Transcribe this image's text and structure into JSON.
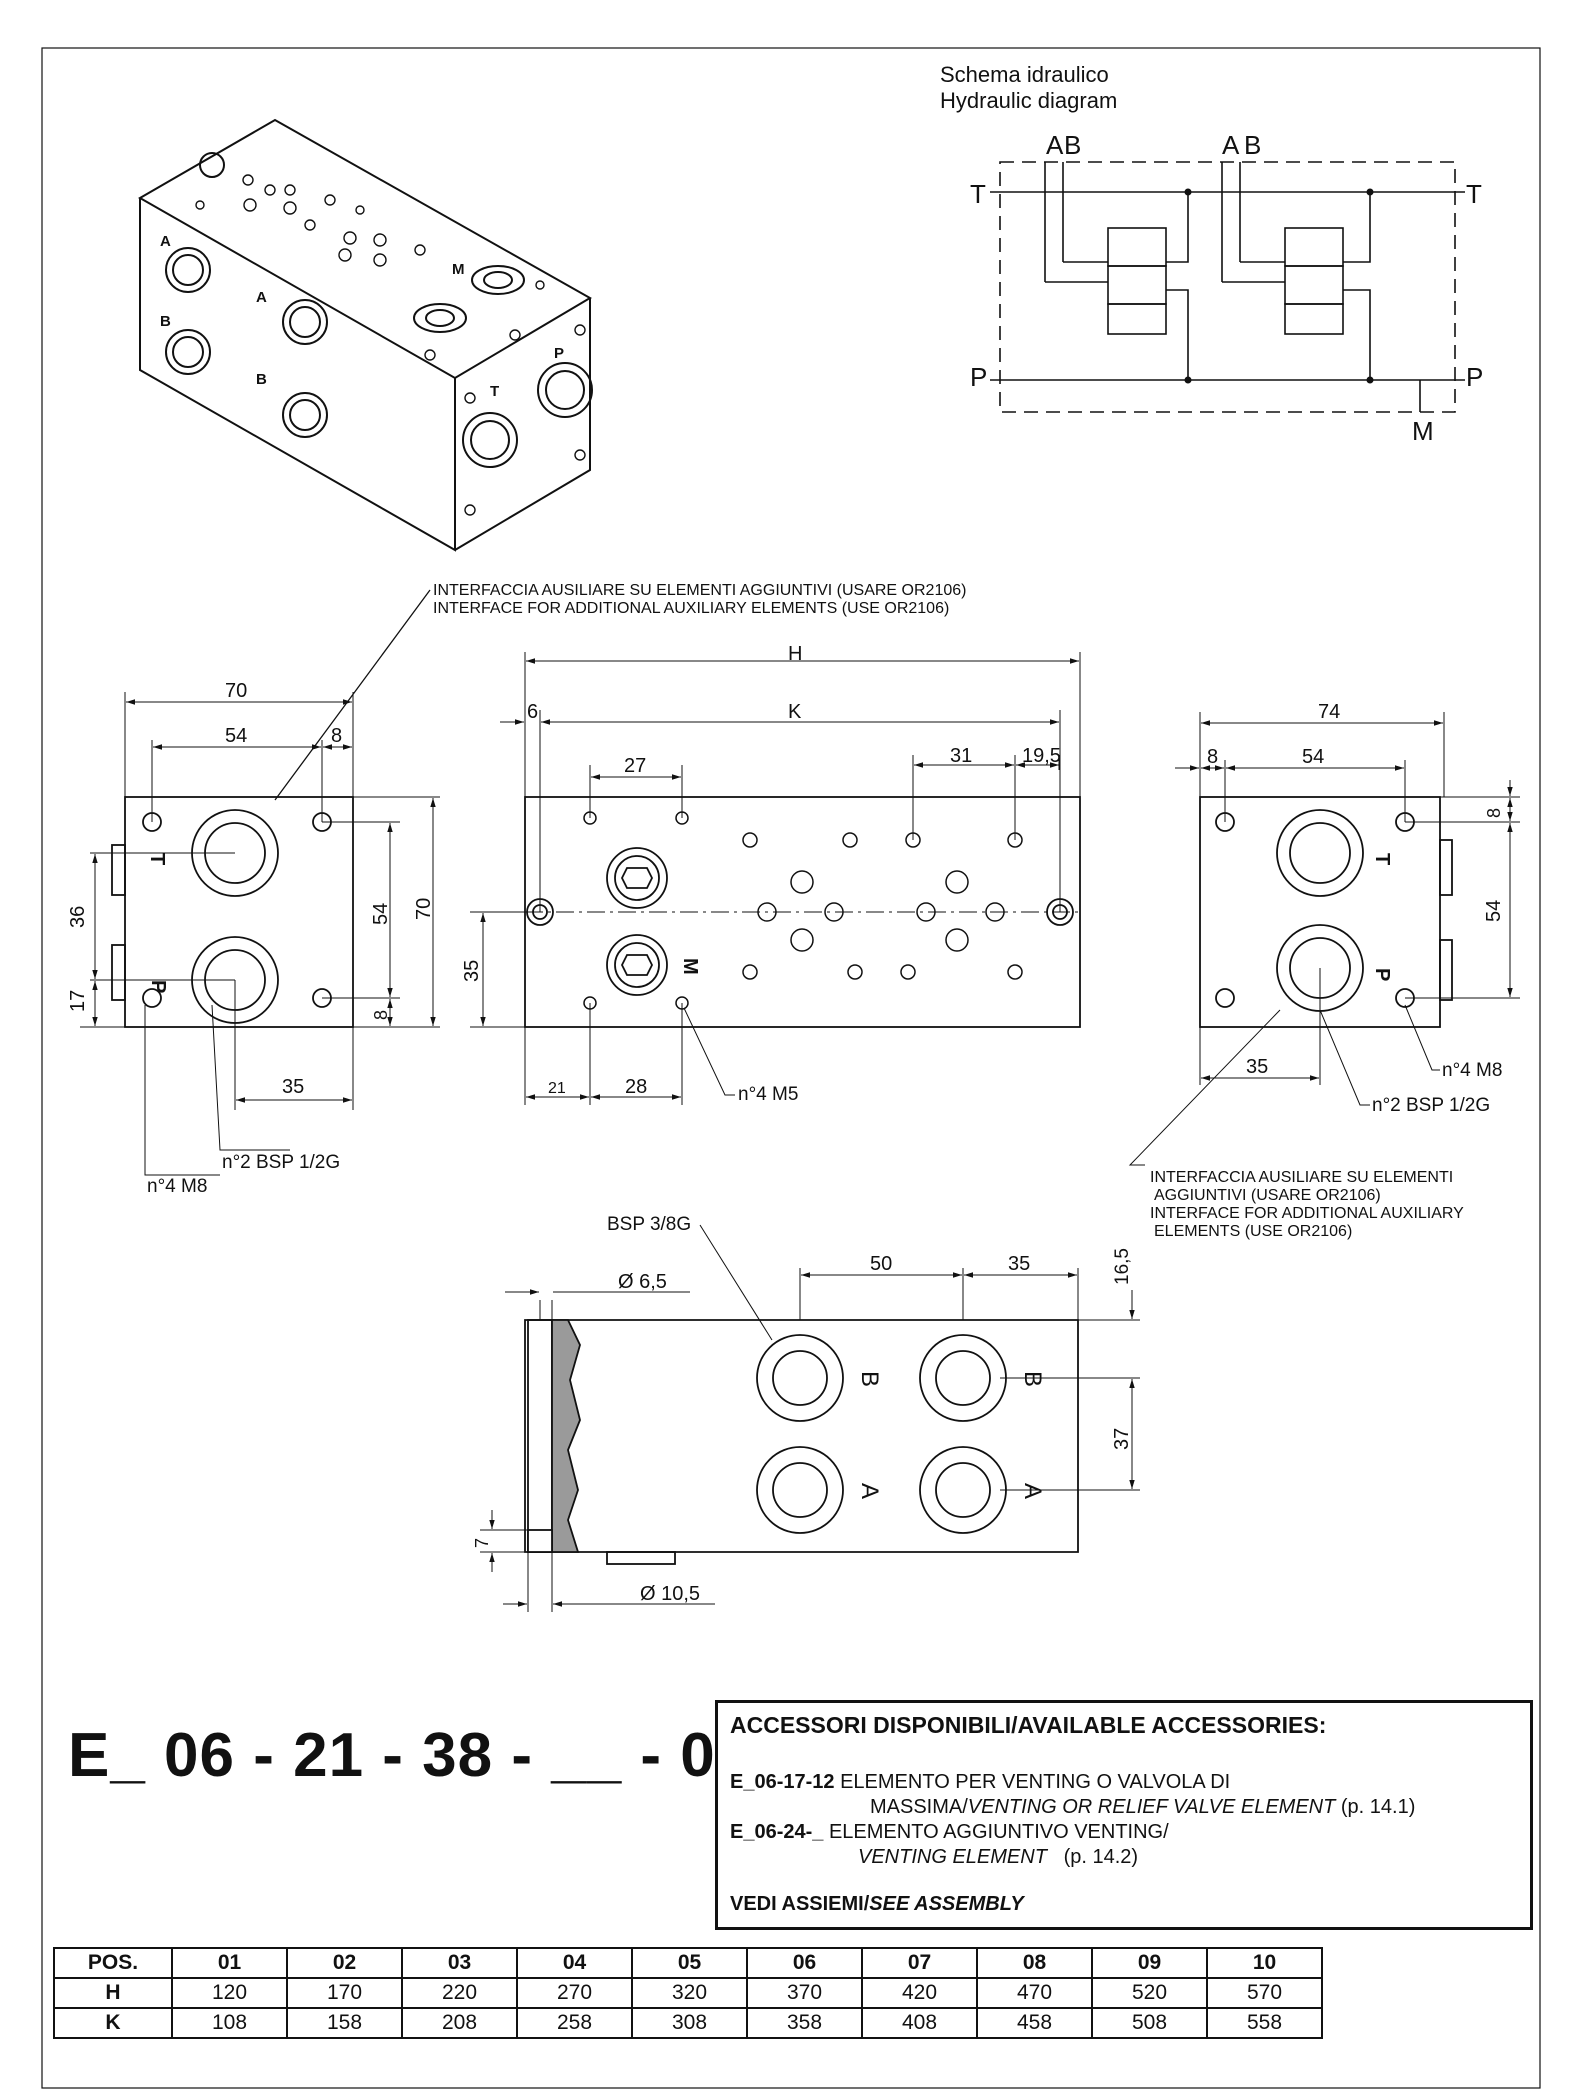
{
  "hydraulic_title": [
    "Schema idraulico",
    "Hydraulic diagram"
  ],
  "hydraulic_labels": {
    "A1": "A",
    "B1": "B",
    "A2": "A",
    "B2": "B",
    "T_left": "T",
    "T_right": "T",
    "P_left": "P",
    "P_right": "P",
    "M": "M"
  },
  "iso_labels": {
    "A": "A",
    "B": "B",
    "M": "M",
    "T": "T",
    "P": "P"
  },
  "interface_note_top": [
    "INTERFACCIA AUSILIARE SU ELEMENTI AGGIUNTIVI (USARE OR2106)",
    "INTERFACE FOR ADDITIONAL AUXILIARY ELEMENTS (USE OR2106)"
  ],
  "interface_note_right": [
    "INTERFACCIA AUSILIARE SU ELEMENTI",
    "AGGIUNTIVI (USARE OR2106)",
    "INTERFACE FOR ADDITIONAL AUXILIARY",
    "ELEMENTS (USE OR2106)"
  ],
  "left_view": {
    "d70": "70",
    "d54": "54",
    "d8": "8",
    "d36": "36",
    "d17": "17",
    "d54v": "54",
    "d8v": "8",
    "d70v": "70",
    "d35": "35",
    "T": "T",
    "P": "P",
    "bsp": "n°2 BSP 1/2G",
    "m8": "n°4 M8"
  },
  "center_view": {
    "H": "H",
    "K": "K",
    "d6": "6",
    "d27": "27",
    "d31": "31",
    "d19": "19,5",
    "d35": "35",
    "d21": "21",
    "d28": "28",
    "m5": "n°4 M5",
    "M": "M"
  },
  "right_view": {
    "d74": "74",
    "d8": "8",
    "d54": "54",
    "d8v": "8",
    "d54v": "54",
    "d35": "35",
    "T": "T",
    "P": "P",
    "m8": "n°4 M8",
    "bsp": "n°2 BSP 1/2G"
  },
  "bottom_view": {
    "bsp38": "BSP 3/8G",
    "phi65": "Ø 6,5",
    "d50": "50",
    "d35": "35",
    "d165": "16,5",
    "d37": "37",
    "d7": "7",
    "phi105": "Ø 10,5",
    "A": "A",
    "B": "B"
  },
  "part_code": "E_ 06 - 21 - 38 - __ - 0",
  "accessories": {
    "title": "ACCESSORI DISPONIBILI/AVAILABLE ACCESSORIES:",
    "item1_code": "E_06-17-12",
    "item1_line1": "ELEMENTO PER VENTING O VALVOLA DI",
    "item1_line2_it": "MASSIMA/",
    "item1_line2_en": "VENTING OR RELIEF VALVE ELEMENT",
    "item1_page": "(p. 14.1)",
    "item2_code": "E_06-24-_",
    "item2_line1": "ELEMENTO AGGIUNTIVO VENTING/",
    "item2_line2_en": "VENTING ELEMENT",
    "item2_page": "(p. 14.2)",
    "see_it": "VEDI ASSIEMI/",
    "see_en": "SEE ASSEMBLY"
  },
  "table": {
    "header": [
      "POS.",
      "01",
      "02",
      "03",
      "04",
      "05",
      "06",
      "07",
      "08",
      "09",
      "10"
    ],
    "rows": [
      {
        "label": "H",
        "values": [
          "120",
          "170",
          "220",
          "270",
          "320",
          "370",
          "420",
          "470",
          "520",
          "570"
        ]
      },
      {
        "label": "K",
        "values": [
          "108",
          "158",
          "208",
          "258",
          "308",
          "358",
          "408",
          "458",
          "508",
          "558"
        ]
      }
    ]
  }
}
